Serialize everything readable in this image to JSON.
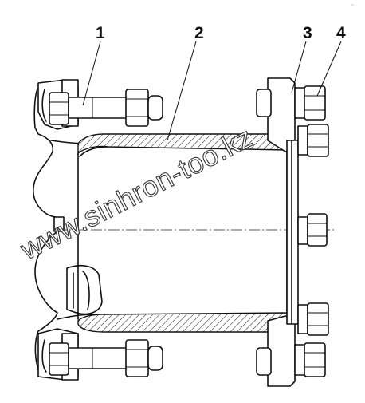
{
  "callouts": [
    {
      "id": "1",
      "label": "1"
    },
    {
      "id": "2",
      "label": "2"
    },
    {
      "id": "3",
      "label": "3"
    },
    {
      "id": "4",
      "label": "4"
    }
  ],
  "watermark": "www.sinhron-too.kz",
  "corner_mark": "~"
}
